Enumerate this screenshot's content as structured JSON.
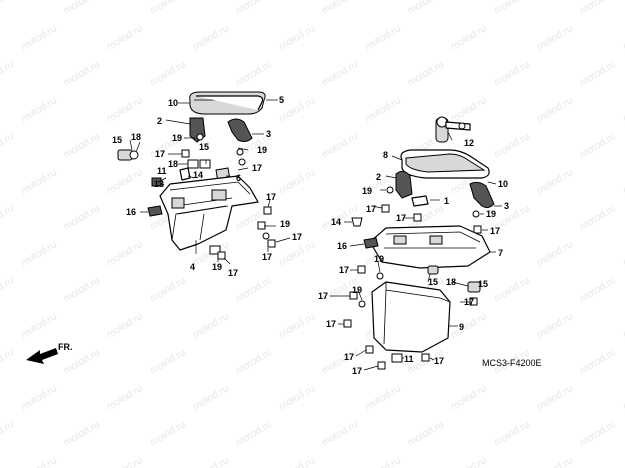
{
  "watermark": "motod.ru",
  "diagram_code": "MCS3-F4200E",
  "front_label": "FR.",
  "callouts": [
    "1",
    "2",
    "3",
    "4",
    "5",
    "6",
    "7",
    "8",
    "9",
    "10",
    "11",
    "12",
    "13",
    "14",
    "15",
    "16",
    "17",
    "18",
    "19"
  ]
}
